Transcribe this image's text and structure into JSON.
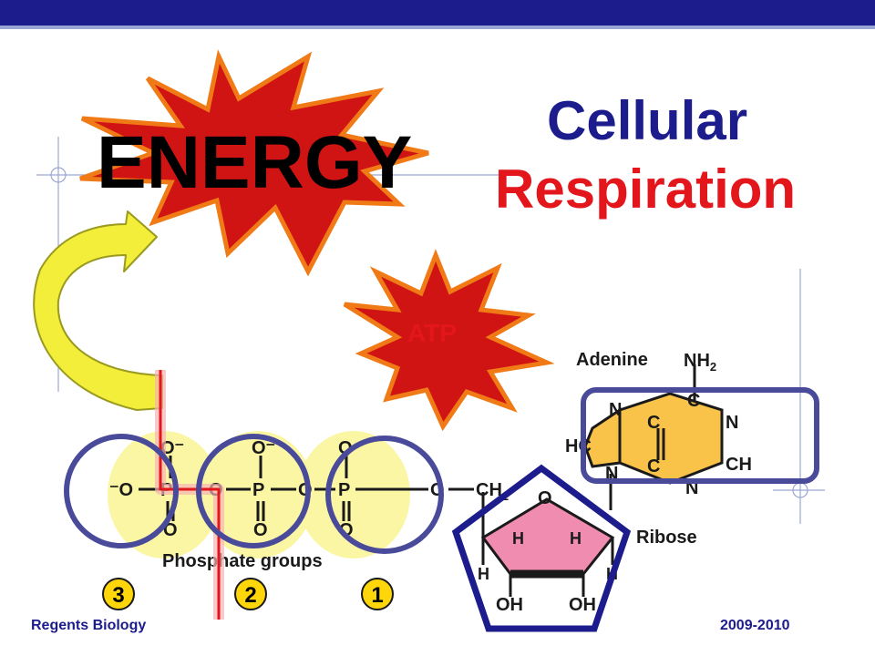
{
  "slide": {
    "title_line1": "Cellular",
    "title_line2": "Respiration",
    "energy_label": "ENERGY",
    "atp_label": "ATP",
    "footer_left": "Regents Biology",
    "footer_right": "2009-2010"
  },
  "molecule": {
    "adenine_label": "Adenine",
    "ribose_label": "Ribose",
    "phosphate_label": "Phosphate groups",
    "atoms": {
      "o": "O",
      "p": "P",
      "n": "N",
      "c": "C",
      "h": "H",
      "nh2": "NH",
      "nh2_sub": "2",
      "ch": "CH",
      "hc": "HC",
      "ch2": "CH",
      "ch2_sub": "2",
      "oh": "OH",
      "o_minus": "O⁻",
      "minus_o": "⁻O"
    },
    "group_numbers": [
      "3",
      "2",
      "1"
    ]
  },
  "colors": {
    "navy": "#1c1c8c",
    "red": "#e3161b",
    "starburst_fill": "#d01414",
    "starburst_edge": "#f07a16",
    "arrow_yellow": "#f2ee3a",
    "highlight_yellow": "#fbf6a3",
    "adenine_orange": "#f9c34a",
    "ribose_pink": "#f08cb0",
    "circle_blue": "#4a4a9a",
    "badge_yellow": "#ffd60a"
  }
}
